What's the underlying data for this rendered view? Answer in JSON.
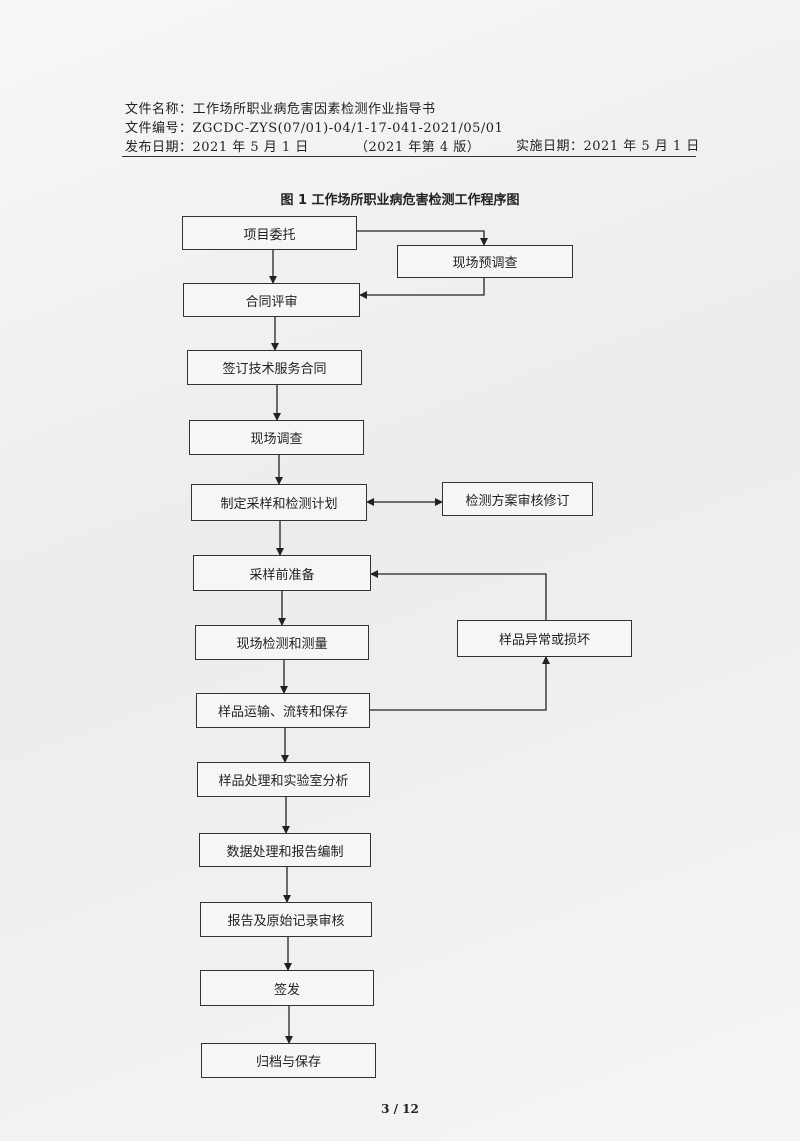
{
  "header": {
    "file_name_line": "文件名称：工作场所职业病危害因素检测作业指导书",
    "file_number_line": "文件编号：ZGCDC-ZYS(07/01)-04/1-17-041-2021/05/01",
    "issue_date": "发布日期：2021 年 5 月 1 日",
    "version": "（2021 年第 4 版）",
    "effective_date": "实施日期：2021 年 5 月 1 日"
  },
  "figure": {
    "title": "图 1  工作场所职业病危害检测工作程序图",
    "steps": {
      "commission": "项目委托",
      "pre_survey": "现场预调查",
      "contract_review": "合同评审",
      "sign_contract": "签订技术服务合同",
      "site_survey": "现场调查",
      "make_plan": "制定采样和检测计划",
      "plan_review": "检测方案审核修订",
      "pre_sampling": "采样前准备",
      "site_detection": "现场检测和测量",
      "sample_abnormal": "样品异常或损坏",
      "sample_transport": "样品运输、流转和保存",
      "lab_analysis": "样品处理和实验室分析",
      "data_report": "数据处理和报告编制",
      "report_review": "报告及原始记录审核",
      "sign_issue": "签发",
      "archive": "归档与保存"
    }
  },
  "footer": {
    "page": "3 / 12"
  }
}
